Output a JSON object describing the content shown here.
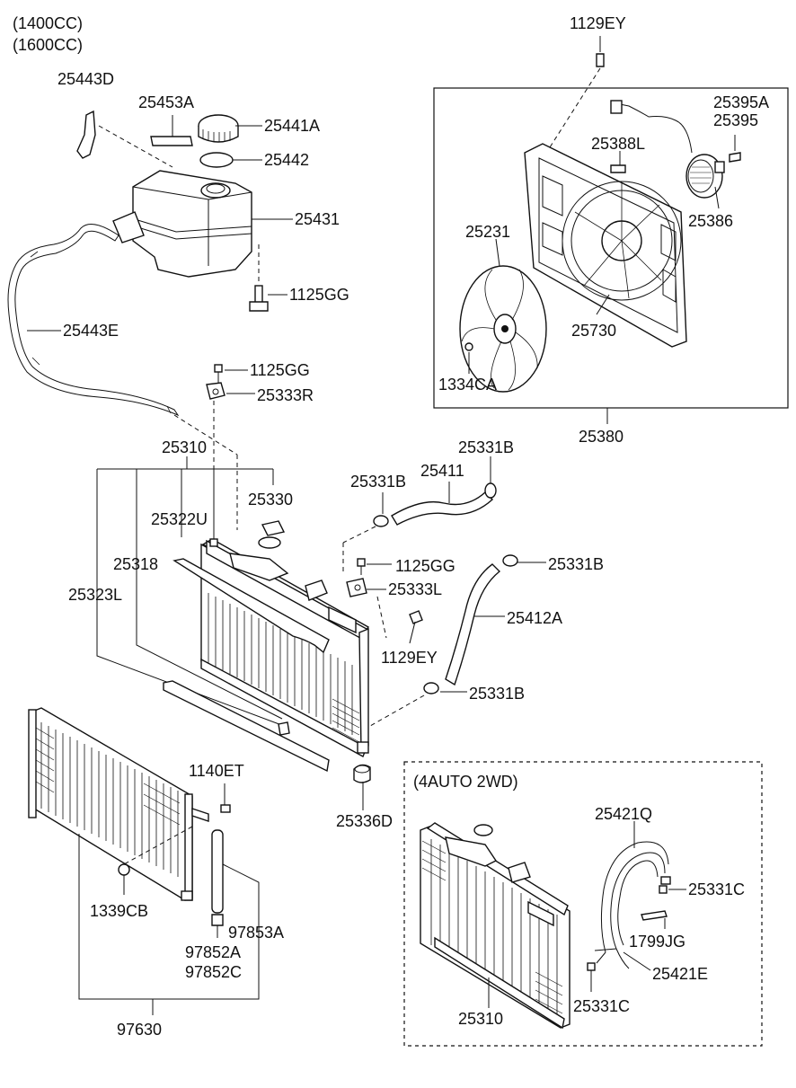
{
  "variants": [
    "(1400CC)",
    "(1600CC)"
  ],
  "sub_assembly_label": "(4AUTO 2WD)",
  "part_labels": {
    "p_25443D": "25443D",
    "p_25453A": "25453A",
    "p_25441A": "25441A",
    "p_25442": "25442",
    "p_25431": "25431",
    "p_1125GG_a": "1125GG",
    "p_25443E": "25443E",
    "p_1125GG_b": "1125GG",
    "p_25333R": "25333R",
    "p_1129EY_top": "1129EY",
    "p_25395A": "25395A",
    "p_25395": "25395",
    "p_25388L": "25388L",
    "p_25231": "25231",
    "p_25386": "25386",
    "p_25730": "25730",
    "p_1334CA": "1334CA",
    "p_25380": "25380",
    "p_25310": "25310",
    "p_25331B_a": "25331B",
    "p_25331B_b": "25331B",
    "p_25411": "25411",
    "p_25330": "25330",
    "p_25322U": "25322U",
    "p_25318": "25318",
    "p_25323L": "25323L",
    "p_1125GG_c": "1125GG",
    "p_25333L": "25333L",
    "p_25331B_c": "25331B",
    "p_25412A": "25412A",
    "p_1129EY_mid": "1129EY",
    "p_25331B_d": "25331B",
    "p_1140ET": "1140ET",
    "p_25336D": "25336D",
    "p_1339CB": "1339CB",
    "p_97853A": "97853A",
    "p_97852A": "97852A",
    "p_97852C": "97852C",
    "p_97630": "97630",
    "p_25421Q": "25421Q",
    "p_25331C_a": "25331C",
    "p_1799JG": "1799JG",
    "p_25421E": "25421E",
    "p_25331C_b": "25331C",
    "p_25310_b": "25310"
  }
}
